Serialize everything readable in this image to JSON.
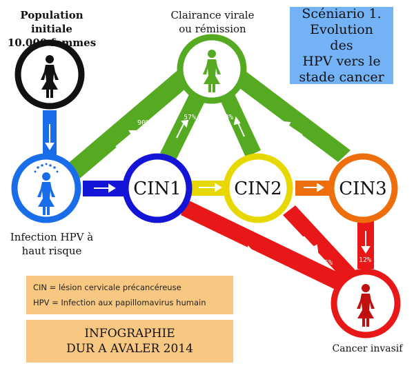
{
  "labels": {
    "population": [
      "Population initiale",
      "10.000 femmes"
    ],
    "clearance": [
      "Clairance virale",
      "ou rémission"
    ],
    "infection": [
      "Infection HPV à",
      "haut risque"
    ],
    "cancer": "Cancer invasif"
  },
  "nodes": {
    "cin1": "CIN1",
    "cin2": "CIN2",
    "cin3": "CIN3"
  },
  "scenario": [
    "Scéniario 1.",
    "Evolution des",
    "HPV vers le",
    "stade cancer"
  ],
  "legend": {
    "cin": "CIN = lésion cervicale précancéreuse",
    "hpv": "HPV = Infection aux papillomavirus humain"
  },
  "credit": [
    "INFOGRAPHIE",
    "DUR A AVALER 2014"
  ],
  "percentages": {
    "hpv_to_clearance": "90%",
    "cin1_to_clearance": "57%",
    "cin2_to_clearance": "43%",
    "cin3_to_clearance": "32%",
    "cin1_to_cancer": "1%",
    "cin2_to_cancer": "5%",
    "cin3_to_cancer": "12%"
  },
  "colors": {
    "population": "#111111",
    "hpv": "#1a6de8",
    "cin1": "#1414d6",
    "cin2": "#e6d800",
    "cin3": "#ef6e0c",
    "clearance": "#55aa22",
    "cancer": "#e81818",
    "scenario_bg": "#73b2f5",
    "legend_bg": "#f8c882"
  }
}
